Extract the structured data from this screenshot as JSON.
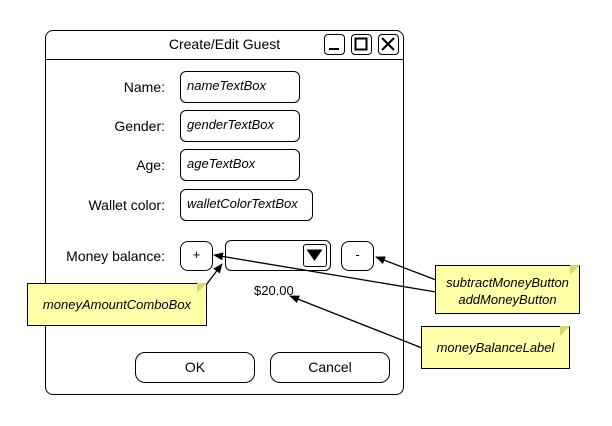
{
  "window": {
    "title": "Create/Edit Guest"
  },
  "form": {
    "name_label": "Name:",
    "name_value": "nameTextBox",
    "gender_label": "Gender:",
    "gender_value": "genderTextBox",
    "age_label": "Age:",
    "age_value": "ageTextBox",
    "wallet_label": "Wallet color:",
    "wallet_value": "walletColorTextBox",
    "money_label": "Money balance:",
    "add_button": "+",
    "subtract_button": "-",
    "combo_value": "",
    "balance_value": "$20.00",
    "ok_button": "OK",
    "cancel_button": "Cancel"
  },
  "annotations": {
    "combo_note": "moneyAmountComboBox",
    "subtract_note": "subtractMoneyButton",
    "add_note": "addMoneyButton",
    "balance_note": "moneyBalanceLabel"
  },
  "colors": {
    "note_fill": "#ffffa8",
    "stroke": "#000000"
  }
}
